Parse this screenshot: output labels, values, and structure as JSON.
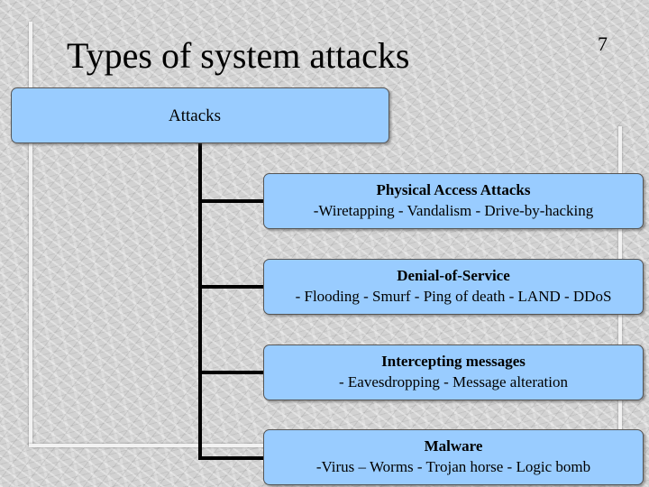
{
  "slide": {
    "title": "Types of system attacks",
    "number": "7"
  },
  "diagram": {
    "root": {
      "label": "Attacks"
    },
    "children": [
      {
        "title": "Physical Access Attacks",
        "items": "-Wiretapping  - Vandalism  - Drive-by-hacking"
      },
      {
        "title": "Denial-of-Service",
        "items": "- Flooding  - Smurf - Ping of death - LAND - DDoS"
      },
      {
        "title": "Intercepting messages",
        "items": "- Eavesdropping - Message alteration"
      },
      {
        "title": "Malware",
        "items": "-Virus – Worms - Trojan horse - Logic bomb"
      }
    ],
    "colors": {
      "box_fill": "#99ccff",
      "box_border": "#555555",
      "connector": "#000000"
    }
  }
}
